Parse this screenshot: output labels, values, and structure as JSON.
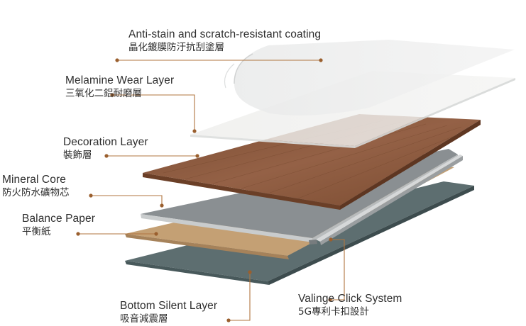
{
  "layers": [
    {
      "id": "coating",
      "label_en": "Anti-stain and scratch-resistant coating",
      "label_zh": "晶化鍍膜防汙抗刮塗層",
      "color": "#eceded"
    },
    {
      "id": "wear",
      "label_en": "Melamine Wear Layer",
      "label_zh": "三氧化二鋁耐磨層",
      "color": "#e6e8e6"
    },
    {
      "id": "decoration",
      "label_en": "Decoration Layer",
      "label_zh": "裝飾層",
      "color": "#8b5a3c"
    },
    {
      "id": "core",
      "label_en": "Mineral Core",
      "label_zh": "防火防水礦物芯",
      "color": "#8a8f92"
    },
    {
      "id": "balance",
      "label_en": "Balance Paper",
      "label_zh": "平衡紙",
      "color": "#c09a6e"
    },
    {
      "id": "bottom",
      "label_en": "Bottom Silent Layer",
      "label_zh": "吸音減震層",
      "color": "#5d6e70"
    },
    {
      "id": "click",
      "label_en": "Valinge Click System",
      "label_zh": "5G專利卡扣設計",
      "color": "#a9adaf"
    }
  ],
  "colors": {
    "leader": "#b0753f",
    "dot": "#9a5f2e",
    "text": "#2e2e2e"
  }
}
